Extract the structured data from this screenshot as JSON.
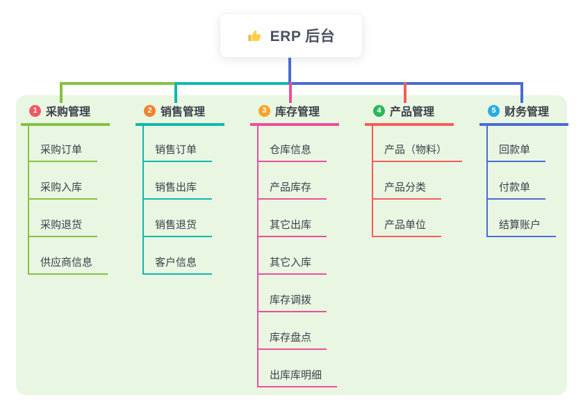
{
  "root": {
    "label": "ERP 后台",
    "icon": "thumbs-up-icon"
  },
  "branches": [
    {
      "index": "1",
      "label": "采购管理",
      "badge_color": "#ef5964",
      "line_color": "#83c242",
      "children": [
        "采购订单",
        "采购入库",
        "采购退货",
        "供应商信息"
      ]
    },
    {
      "index": "2",
      "label": "销售管理",
      "badge_color": "#f5812e",
      "line_color": "#0fb8ac",
      "children": [
        "销售订单",
        "销售出库",
        "销售退货",
        "客户信息"
      ]
    },
    {
      "index": "3",
      "label": "库存管理",
      "badge_color": "#f6a52a",
      "line_color": "#ed4c9c",
      "children": [
        "仓库信息",
        "产品库存",
        "其它出库",
        "其它入库",
        "库存调拨",
        "库存盘点",
        "出库库明细"
      ]
    },
    {
      "index": "4",
      "label": "产品管理",
      "badge_color": "#2eb559",
      "line_color": "#f55b5b",
      "children": [
        "产品（物料）",
        "产品分类",
        "产品单位"
      ]
    },
    {
      "index": "5",
      "label": "财务管理",
      "badge_color": "#2aaade",
      "line_color": "#4a6bd5",
      "children": [
        "回款单",
        "付款单",
        "结算账户"
      ]
    }
  ],
  "colors": {
    "root_connector": "#4a6bd5",
    "panel_background": "#e9f6e2",
    "page_background": "#ffffff",
    "text": "#3c404a",
    "root_text": "#4a5161",
    "thumb_icon": "#f6b73c"
  }
}
